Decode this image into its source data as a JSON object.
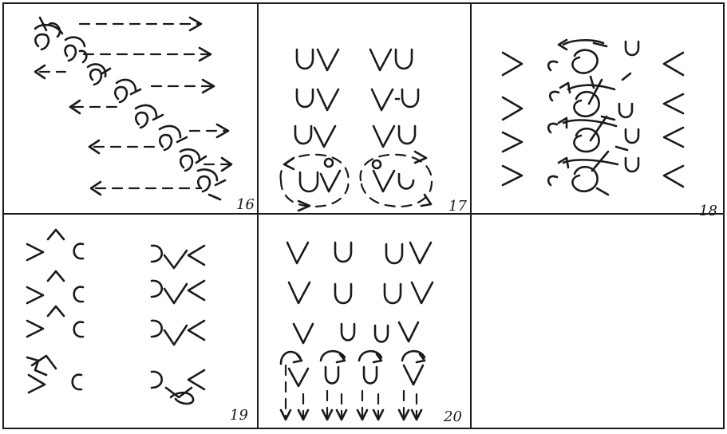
{
  "panels": [
    {
      "number": "16"
    },
    {
      "number": "17"
    },
    {
      "number": "18"
    },
    {
      "number": "19"
    },
    {
      "number": "20"
    },
    {
      "number": ""
    }
  ]
}
